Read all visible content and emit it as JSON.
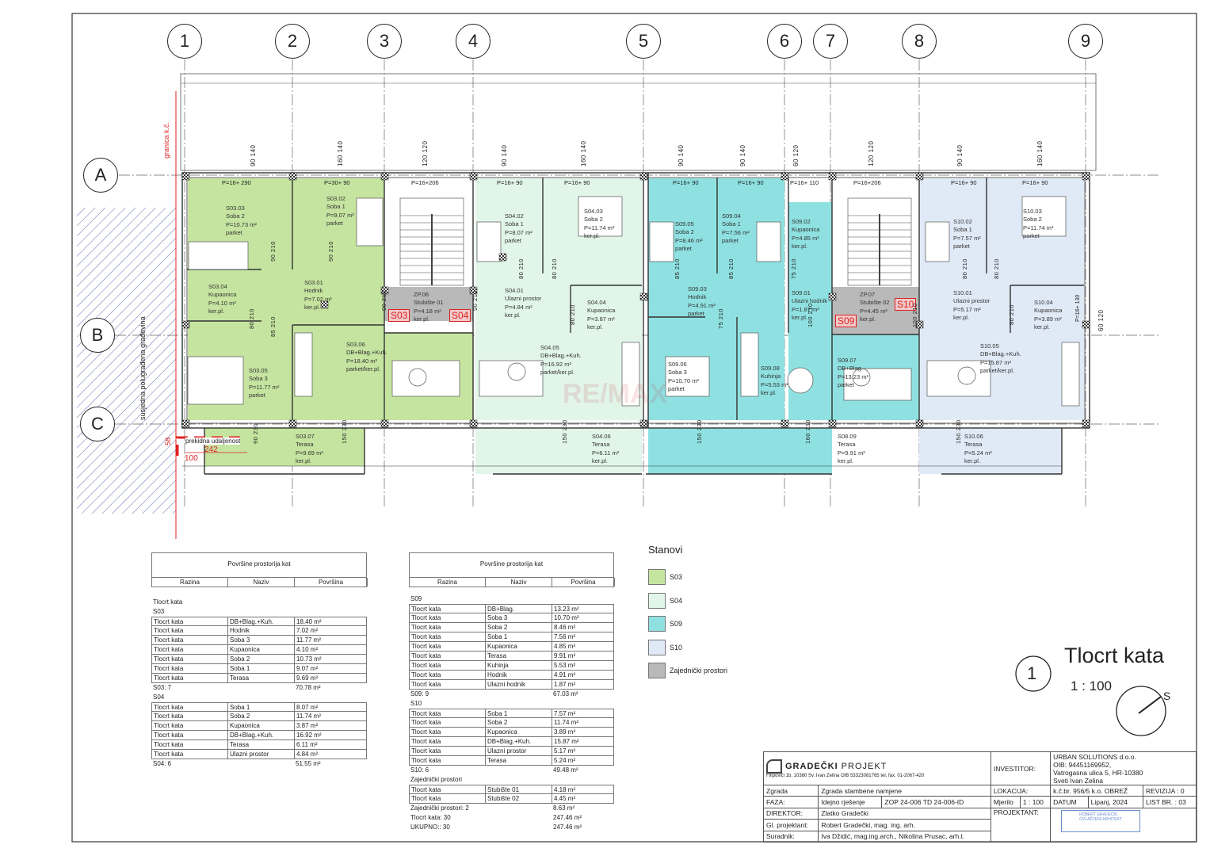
{
  "drawing": {
    "title": "Tlocrt kata",
    "view_number": "1",
    "scale": "1 : 100",
    "north_label": "S",
    "watermark": "RE/MAX"
  },
  "colors": {
    "S03": "#c5e4a0",
    "S04": "#e2f5e9",
    "S09": "#8fe1e1",
    "S10": "#e0eaf7",
    "common": "#b9b9b9",
    "boundary": "#e02020"
  },
  "axes": {
    "columns": [
      "1",
      "2",
      "3",
      "4",
      "5",
      "6",
      "7",
      "8",
      "9"
    ],
    "rows": [
      "A",
      "B",
      "C"
    ]
  },
  "annotations": {
    "boundary": "granica k.č.",
    "neighbour": "susjedna polugrađena građevina",
    "gap": "prekidna udaljenost",
    "gap_dim": "242",
    "gap_offset": "100",
    "gap_height": "58"
  },
  "unit_tags": [
    "S03",
    "S04",
    "S09",
    "S10"
  ],
  "windows": [
    "P=16+ 290",
    "P=30+ 90",
    "P=16+206",
    "P=16+ 90",
    "P=16+ 90",
    "P=16+ 90",
    "P=16+ 90",
    "P=16+ 110",
    "P=16+206",
    "P=16+ 90",
    "P=16+ 90",
    "P=16+ 130"
  ],
  "window_dims": [
    "90 140",
    "160 140",
    "120 120",
    "90 140",
    "160 140",
    "90 140",
    "90 140",
    "60 120",
    "120 120",
    "90 140",
    "160 140",
    "60 120"
  ],
  "door_dims": [
    "90 210",
    "90 210",
    "80 210",
    "85 210",
    "90 210",
    "90 210",
    "80 210",
    "80 210",
    "80 210",
    "85 210",
    "85 210",
    "75 210",
    "75 210",
    "100 210",
    "100 210",
    "80 210",
    "80 210",
    "80 210",
    "90 230",
    "150 230",
    "150 230",
    "150 230",
    "160 230",
    "150 230"
  ],
  "rooms": [
    {
      "id": "S03.03",
      "name": "Soba 2",
      "area": "P=10.73 m²",
      "floor": "parket"
    },
    {
      "id": "S03.02",
      "name": "Soba 1",
      "area": "P=9.07 m²",
      "floor": "parket"
    },
    {
      "id": "S03.04",
      "name": "Kupaonica",
      "area": "P=4.10 m²",
      "floor": "ker.pl."
    },
    {
      "id": "S03.01",
      "name": "Hodnik",
      "area": "P=7.02 m²",
      "floor": "ker.pl."
    },
    {
      "id": "ZP.06",
      "name": "Stubište 01",
      "area": "P=4.18 m²",
      "floor": "ker.pl."
    },
    {
      "id": "S03.06",
      "name": "DB+Blag.+Kuh.",
      "area": "P=18.40 m²",
      "floor": "parket/ker.pl."
    },
    {
      "id": "S03.05",
      "name": "Soba 3",
      "area": "P=11.77 m²",
      "floor": "parket"
    },
    {
      "id": "S03.07",
      "name": "Terasa",
      "area": "P=9.69 m²",
      "floor": "ker.pl."
    },
    {
      "id": "S04.02",
      "name": "Soba 1",
      "area": "P=8.07 m²",
      "floor": "parket"
    },
    {
      "id": "S04.03",
      "name": "Soba 2",
      "area": "P=11.74 m²",
      "floor": "ker.pl."
    },
    {
      "id": "S04.01",
      "name": "Ulazni prostor",
      "area": "P=4.84 m²",
      "floor": "ker.pl."
    },
    {
      "id": "S04.04",
      "name": "Kupaonica",
      "area": "P=3.87 m²",
      "floor": "ker.pl."
    },
    {
      "id": "S04.05",
      "name": "DB+Blag.+Kuh.",
      "area": "P=16.92 m²",
      "floor": "parket/ker.pl."
    },
    {
      "id": "S04.06",
      "name": "Terasa",
      "area": "P=6.11 m²",
      "floor": "ker.pl."
    },
    {
      "id": "S09.05",
      "name": "Soba 2",
      "area": "P=8.46 m²",
      "floor": "parket"
    },
    {
      "id": "S09.04",
      "name": "Soba 1",
      "area": "P=7.56 m²",
      "floor": "parket"
    },
    {
      "id": "S09.03",
      "name": "Hodnik",
      "area": "P=4.91 m²",
      "floor": "parket"
    },
    {
      "id": "S09.06",
      "name": "Soba 3",
      "area": "P=10.70 m²",
      "floor": "parket"
    },
    {
      "id": "S09.08",
      "name": "Kuhinja",
      "area": "P=5.53 m²",
      "floor": "ker.pl."
    },
    {
      "id": "S09.02",
      "name": "Kupaonica",
      "area": "P=4.85 m²",
      "floor": "ker.pl."
    },
    {
      "id": "S09.01",
      "name": "Ulazni hodnik",
      "area": "P=1.87 m²",
      "floor": "ker.pl."
    },
    {
      "id": "ZP.07",
      "name": "Stubište 02",
      "area": "P=4.45 m²",
      "floor": "ker.pl."
    },
    {
      "id": "S09.07",
      "name": "DB+Blag.",
      "area": "P=13.23 m²",
      "floor": "parket"
    },
    {
      "id": "S08.09",
      "name": "Terasa",
      "area": "P=9.91 m²",
      "floor": "ker.pl."
    },
    {
      "id": "S10.02",
      "name": "Soba 1",
      "area": "P=7.57 m²",
      "floor": "parket"
    },
    {
      "id": "S10.03",
      "name": "Soba 2",
      "area": "P=11.74 m²",
      "floor": "parket"
    },
    {
      "id": "S10.01",
      "name": "Ulazni prostor",
      "area": "P=5.17 m²",
      "floor": "ker.pl."
    },
    {
      "id": "S10.04",
      "name": "Kupaonica",
      "area": "P=3.89 m²",
      "floor": "ker.pl."
    },
    {
      "id": "S10.05",
      "name": "DB+Blag.+Kuh.",
      "area": "P=15.87 m²",
      "floor": "parket/ker.pl."
    },
    {
      "id": "S10.06",
      "name": "Terasa",
      "area": "P=5.24 m²",
      "floor": "ker.pl."
    }
  ],
  "legend": {
    "title": "Stanovi",
    "items": [
      "S03",
      "S04",
      "S09",
      "S10",
      "Zajednički prostori"
    ]
  },
  "tables": [
    {
      "title": "Površine prostorija kat",
      "columns": [
        "Razina",
        "Naziv",
        "Površina"
      ],
      "lines": [
        {
          "text": "Tlocrt kata"
        },
        {
          "text": "S03"
        },
        {
          "row": [
            "Tlocrt kata",
            "DB+Blag.+Kuh.",
            "18.40 m²"
          ]
        },
        {
          "row": [
            "Tlocrt kata",
            "Hodnik",
            "7.02 m²"
          ]
        },
        {
          "row": [
            "Tlocrt kata",
            "Soba 3",
            "11.77 m²"
          ]
        },
        {
          "row": [
            "Tlocrt kata",
            "Kupaonica",
            "4.10 m²"
          ]
        },
        {
          "row": [
            "Tlocrt kata",
            "Soba 2",
            "10.73 m²"
          ]
        },
        {
          "row": [
            "Tlocrt kata",
            "Soba 1",
            "9.07 m²"
          ]
        },
        {
          "row": [
            "Tlocrt kata",
            "Terasa",
            "9.69 m²"
          ]
        },
        {
          "text": "S03: 7",
          "value": "70.78 m²"
        },
        {
          "text": "S04"
        },
        {
          "row": [
            "Tlocrt kata",
            "Soba 1",
            "8.07 m²"
          ]
        },
        {
          "row": [
            "Tlocrt kata",
            "Soba 2",
            "11.74 m²"
          ]
        },
        {
          "row": [
            "Tlocrt kata",
            "Kupaonica",
            "3.87 m²"
          ]
        },
        {
          "row": [
            "Tlocrt kata",
            "DB+Blag.+Kuh.",
            "16.92 m²"
          ]
        },
        {
          "row": [
            "Tlocrt kata",
            "Terasa",
            "6.11 m²"
          ]
        },
        {
          "row": [
            "Tlocrt kata",
            "Ulazni prostor",
            "4.84 m²"
          ]
        },
        {
          "text": "S04: 6",
          "value": "51.55 m²"
        }
      ]
    },
    {
      "title": "Površine prostorija kat",
      "columns": [
        "Razina",
        "Naziv",
        "Površina"
      ],
      "lines": [
        {
          "text": "S09"
        },
        {
          "row": [
            "Tlocrt kata",
            "DB+Blag.",
            "13.23 m²"
          ]
        },
        {
          "row": [
            "Tlocrt kata",
            "Soba 3",
            "10.70 m²"
          ]
        },
        {
          "row": [
            "Tlocrt kata",
            "Soba 2",
            "8.46 m²"
          ]
        },
        {
          "row": [
            "Tlocrt kata",
            "Soba 1",
            "7.56 m²"
          ]
        },
        {
          "row": [
            "Tlocrt kata",
            "Kupaonica",
            "4.85 m²"
          ]
        },
        {
          "row": [
            "Tlocrt kata",
            "Terasa",
            "9.91 m²"
          ]
        },
        {
          "row": [
            "Tlocrt kata",
            "Kuhinja",
            "5.53 m²"
          ]
        },
        {
          "row": [
            "Tlocrt kata",
            "Hodnik",
            "4.91 m²"
          ]
        },
        {
          "row": [
            "Tlocrt kata",
            "Ulazni hodnik",
            "1.87 m²"
          ]
        },
        {
          "text": "S09: 9",
          "value": "67.03 m²"
        },
        {
          "text": "S10"
        },
        {
          "row": [
            "Tlocrt kata",
            "Soba 1",
            "7.57 m²"
          ]
        },
        {
          "row": [
            "Tlocrt kata",
            "Soba 2",
            "11.74 m²"
          ]
        },
        {
          "row": [
            "Tlocrt kata",
            "Kupaonica",
            "3.89 m²"
          ]
        },
        {
          "row": [
            "Tlocrt kata",
            "DB+Blag.+Kuh.",
            "15.87 m²"
          ]
        },
        {
          "row": [
            "Tlocrt kata",
            "Ulazni prostor",
            "5.17 m²"
          ]
        },
        {
          "row": [
            "Tlocrt kata",
            "Terasa",
            "5.24 m²"
          ]
        },
        {
          "text": "S10: 6",
          "value": "49.48 m²"
        },
        {
          "text": "Zajednički prostori"
        },
        {
          "row": [
            "Tlocrt kata",
            "Stubište 01",
            "4.18 m²"
          ]
        },
        {
          "row": [
            "Tlocrt kata",
            "Stubište 02",
            "4.45 m²"
          ]
        },
        {
          "text": "Zajednički prostori: 2",
          "value": "8.63 m²"
        },
        {
          "text": "Tlocrt kata: 30",
          "value": "247.46 m²"
        },
        {
          "text": "UKUPNO:: 30",
          "value": "247.46 m²"
        }
      ]
    }
  ],
  "title_block": {
    "company": "GRADEČKI",
    "company2": "PROJEKT",
    "company_address": "Filipovići 1b, 10380  Sv. Ivan Zelina OIB 53323081765 tel. fax. 01-2067-420",
    "investor_label": "INVESTITOR:",
    "investor": [
      "URBAN SOLUTIONS d.o.o.",
      "OIB: 94451169952,",
      "Vatrogasna ulica 5, HR-10380",
      "Sveti Ivan Zelina"
    ],
    "building_label": "Zgrada",
    "building": "Zgrada stambene namjene",
    "location_label": "LOKACIJA:",
    "location": "k.č.br. 956/5  k.o. OBREŽ",
    "revision_label": "REVIZIJA",
    "revision": ": 0",
    "phase_label": "FAZA:",
    "phase": "Idejno rješenje",
    "project_code": "ZOP 24-006  TD 24-006-ID",
    "scale_label": "Mjerilo",
    "scale": "1 : 100",
    "date_label": "DATUM",
    "date": "Lipanj, 2024",
    "sheet_label": "LIST BR.",
    "sheet": ": 03",
    "director_label": "DIREKTOR:",
    "director": "Zlatko Gradečki",
    "designer_label": "PROJEKTANT:",
    "chief_label": "Gl. projektant:",
    "chief": "Robert Gradečki, mag. ing. arh.",
    "associate_label": "Suradnik:",
    "associate": "Iva Džidić, mag.ing.arch., Nikolina Prusac, arh.t.",
    "stamp": "ROBERT GRADEČKI OVLAŠTENI ARHITEKT"
  }
}
